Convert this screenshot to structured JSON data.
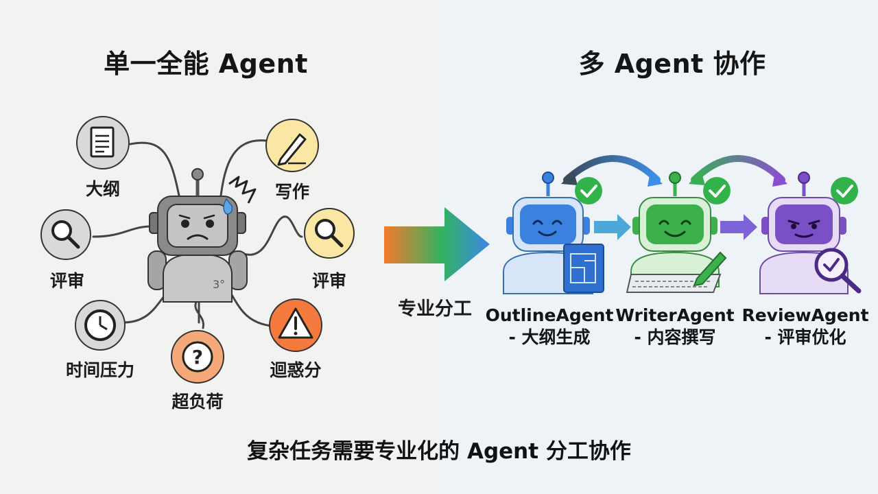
{
  "left": {
    "title": "单一全能 Agent",
    "tasks": [
      {
        "label": "大纲",
        "icon": "document-icon"
      },
      {
        "label": "写作",
        "icon": "pencil-icon"
      },
      {
        "label": "评审",
        "icon": "magnifier-icon"
      },
      {
        "label": "评审",
        "icon": "magnifier-icon"
      },
      {
        "label": "时间压力",
        "icon": "clock-icon"
      },
      {
        "label": "超负荷",
        "icon": "question-icon"
      },
      {
        "label": "迴惑分",
        "icon": "warning-icon"
      }
    ]
  },
  "middle": {
    "arrow_label": "专业分工"
  },
  "right": {
    "title": "多 Agent 协作",
    "agents": [
      {
        "name": "OutlineAgent",
        "role": "- 大纲生成",
        "color": "#3b82e0"
      },
      {
        "name": "WriterAgent",
        "role": "- 内容撰写",
        "color": "#3cb04b"
      },
      {
        "name": "ReviewAgent",
        "role": "- 评审优化",
        "color": "#7b4fc6"
      }
    ]
  },
  "caption": "复杂任务需要专业化的 Agent 分工协作"
}
